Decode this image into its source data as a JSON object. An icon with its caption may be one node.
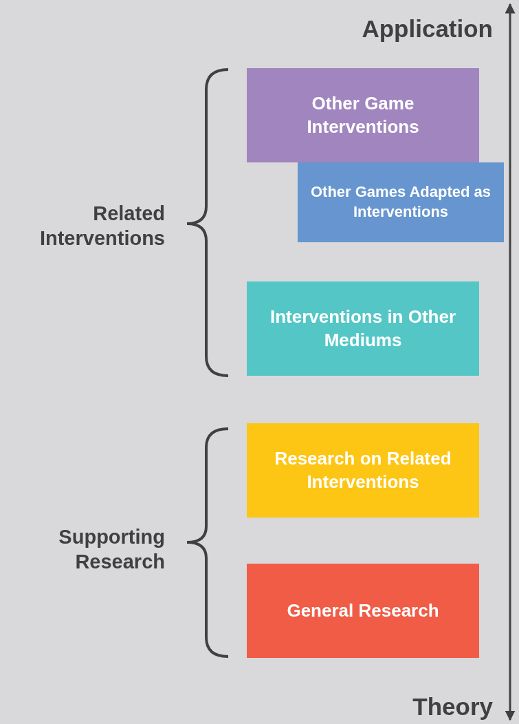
{
  "diagram": {
    "nodes": [
      {
        "text": [
          "Other Game Interventions"
        ]
      },
      {
        "text": [
          "Other Games Adapted as Interventions"
        ]
      },
      {
        "text": [
          "Interventions in Other Mediums"
        ]
      },
      {
        "text": [
          "Research on Related Interventions"
        ]
      },
      {
        "text": [
          "General Research"
        ]
      }
    ],
    "edges": [],
    "labels": [
      "Application",
      "Related Interventions",
      "Supporting Research",
      "Theory"
    ]
  }
}
